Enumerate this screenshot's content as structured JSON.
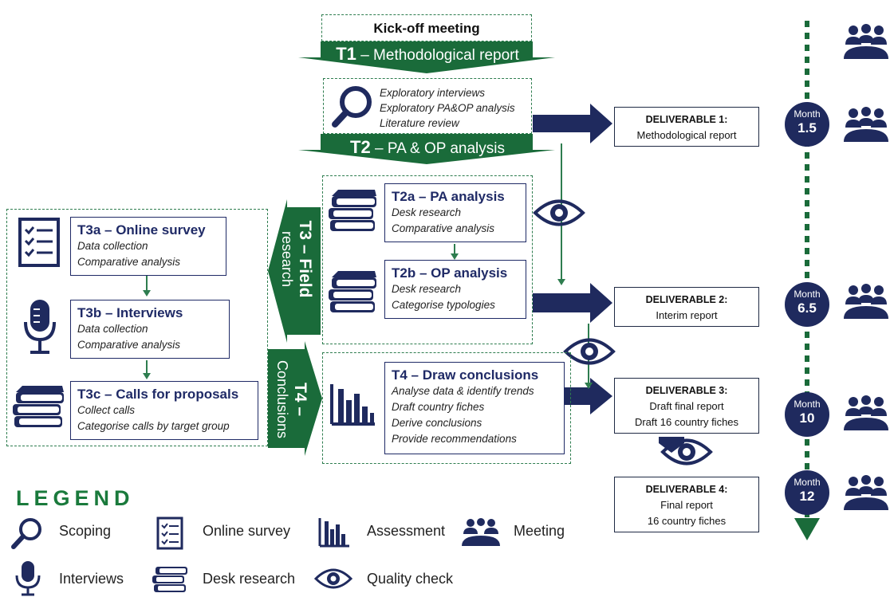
{
  "kickoff": {
    "label": "Kick-off meeting"
  },
  "t1": {
    "code": "T1",
    "label": " – Methodological report"
  },
  "scoping": {
    "lines": [
      "Exploratory interviews",
      "Exploratory PA&OP analysis",
      "Literature review"
    ]
  },
  "t2": {
    "code": "T2",
    "label": " – PA & OP analysis"
  },
  "t2a": {
    "title": "T2a – PA analysis",
    "lines": [
      "Desk research",
      "Comparative analysis"
    ]
  },
  "t2b": {
    "title": "T2b – OP analysis",
    "lines": [
      "Desk research",
      "Categorise typologies"
    ]
  },
  "t3": {
    "code": "T3 – Field",
    "label": "research"
  },
  "t3a": {
    "title": "T3a – Online survey",
    "lines": [
      "Data collection",
      "Comparative analysis"
    ]
  },
  "t3b": {
    "title": "T3b – Interviews",
    "lines": [
      "Data collection",
      "Comparative analysis"
    ]
  },
  "t3c": {
    "title": "T3c – Calls for proposals",
    "lines": [
      "Collect calls",
      "Categorise calls by target group"
    ]
  },
  "t4banner": {
    "code": "T4 –",
    "label": "Conclusions"
  },
  "t4": {
    "title": "T4 – Draw conclusions",
    "lines": [
      "Analyse data & identify trends",
      "Draft country fiches",
      "Derive conclusions",
      "Provide recommendations"
    ]
  },
  "deliverables": [
    {
      "title": "DELIVERABLE 1:",
      "lines": [
        "Methodological report"
      ]
    },
    {
      "title": "DELIVERABLE 2:",
      "lines": [
        "Interim report"
      ]
    },
    {
      "title": "DELIVERABLE 3:",
      "lines": [
        "Draft final report",
        "Draft 16 country fiches"
      ]
    },
    {
      "title": "DELIVERABLE 4:",
      "lines": [
        "Final report",
        "16 country fiches"
      ]
    }
  ],
  "months": [
    {
      "label": "Month",
      "value": "1.5"
    },
    {
      "label": "Month",
      "value": "6.5"
    },
    {
      "label": "Month",
      "value": "10"
    },
    {
      "label": "Month",
      "value": "12"
    }
  ],
  "legend": {
    "title": "LEGEND",
    "items": [
      {
        "icon": "magnifier-icon",
        "label": "Scoping"
      },
      {
        "icon": "checklist-icon",
        "label": "Online survey"
      },
      {
        "icon": "bar-chart-icon",
        "label": "Assessment"
      },
      {
        "icon": "meeting-icon",
        "label": "Meeting"
      },
      {
        "icon": "microphone-icon",
        "label": "Interviews"
      },
      {
        "icon": "books-icon",
        "label": "Desk research"
      },
      {
        "icon": "eye-icon",
        "label": "Quality check"
      }
    ]
  },
  "colors": {
    "green": "#1a6b3a",
    "navy": "#1f2a5e",
    "dashed": "#2e7d4f"
  }
}
